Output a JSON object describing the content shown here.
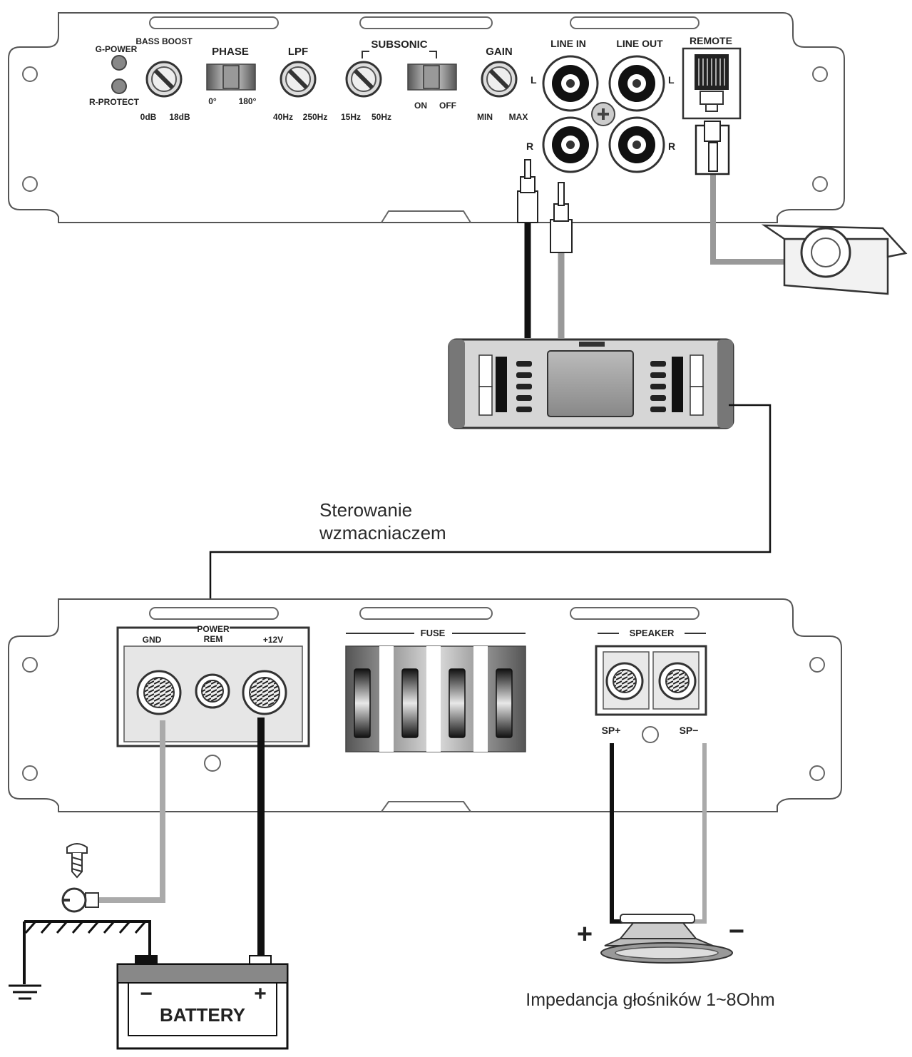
{
  "top_panel": {
    "g_power": "G-POWER",
    "r_protect": "R-PROTECT",
    "bass_boost": "BASS BOOST",
    "bass_0": "0dB",
    "bass_18": "18dB",
    "phase": "PHASE",
    "phase_0": "0°",
    "phase_180": "180°",
    "lpf": "LPF",
    "lpf_40": "40Hz",
    "lpf_250": "250Hz",
    "subsonic": "SUBSONIC",
    "sub_15": "15Hz",
    "sub_50": "50Hz",
    "sub_on": "ON",
    "sub_off": "OFF",
    "gain": "GAIN",
    "gain_min": "MIN",
    "gain_max": "MAX",
    "line_in": "LINE IN",
    "line_out": "LINE OUT",
    "remote": "REMOTE",
    "ch_l": "L",
    "ch_r": "R"
  },
  "bottom_panel": {
    "power": "POWER",
    "gnd": "GND",
    "rem": "REM",
    "v12": "+12V",
    "fuse": "FUSE",
    "speaker": "SPEAKER",
    "sp_plus": "SP+",
    "sp_minus": "SP−"
  },
  "battery": {
    "label": "BATTERY",
    "minus": "−",
    "plus": "+"
  },
  "speaker_unit": {
    "plus": "+",
    "minus": "−"
  },
  "captions": {
    "control_line1": "Sterowanie",
    "control_line2": "wzmacniaczem",
    "impedance": "Impedancja głośników 1~8Ohm"
  }
}
